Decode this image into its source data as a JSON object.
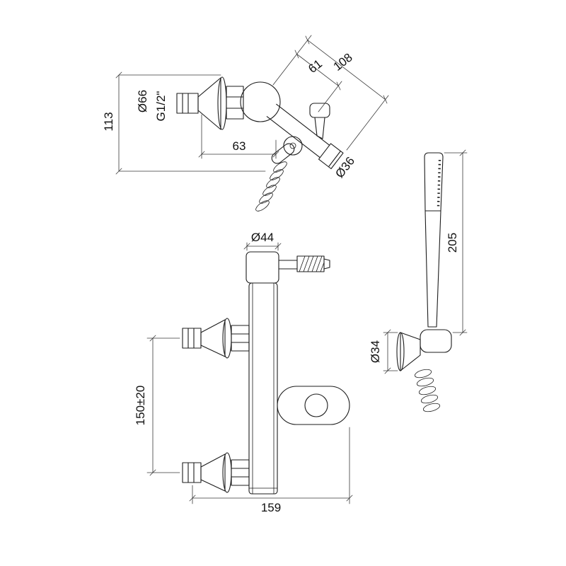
{
  "canvas": {
    "background": "#ffffff",
    "ink": "#1c1c1c"
  },
  "side_view": {
    "dim_108": "108",
    "dim_61": "61",
    "dim_dia_66": "Ø66",
    "thread_label": "G1/2\"",
    "dim_113": "113",
    "dim_63": "63",
    "dim_dia_36": "Ø36"
  },
  "hand_shower": {
    "dim_205": "205",
    "dim_dia_34": "Ø34"
  },
  "front_view": {
    "dim_dia_44": "Ø44",
    "dim_150": "150±20",
    "dim_159": "159"
  }
}
